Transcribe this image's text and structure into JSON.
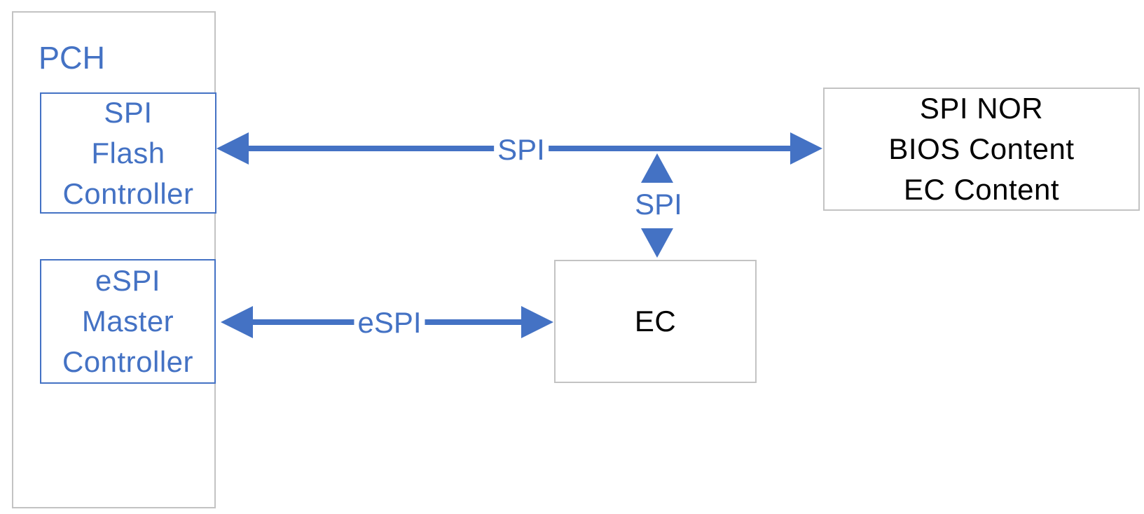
{
  "nodes": {
    "pch": {
      "label": "PCH"
    },
    "spi_flash_controller": {
      "lines": [
        "SPI",
        "Flash",
        "Controller"
      ]
    },
    "espi_master_controller": {
      "lines": [
        "eSPI",
        "Master",
        "Controller"
      ]
    },
    "spi_nor": {
      "lines": [
        "SPI NOR",
        "BIOS Content",
        "EC Content"
      ]
    },
    "ec": {
      "label": "EC"
    }
  },
  "connections": {
    "spi_bus": {
      "label": "SPI",
      "endpoints": [
        "SPI Flash Controller",
        "SPI NOR"
      ],
      "style": "double-headed-arrow"
    },
    "spi_drop": {
      "label": "SPI",
      "endpoints": [
        "SPI bus",
        "EC"
      ],
      "style": "double-headed-arrow"
    },
    "espi": {
      "label": "eSPI",
      "endpoints": [
        "eSPI Master Controller",
        "EC"
      ],
      "style": "double-headed-arrow"
    }
  },
  "colors": {
    "accent_blue": "#4472C4",
    "box_border_gray": "#C3C3C3",
    "text_black": "#000000",
    "background": "#FFFFFF"
  }
}
